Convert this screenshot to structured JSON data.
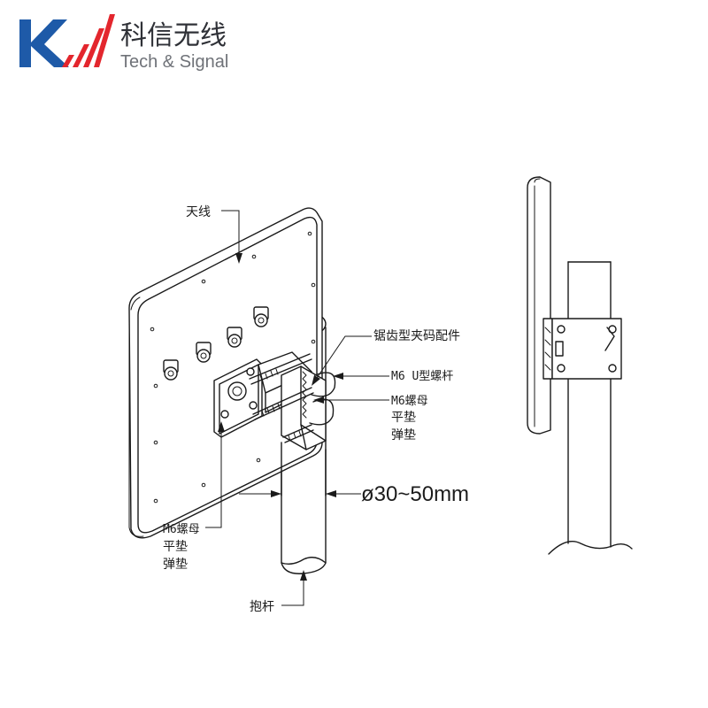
{
  "brand": {
    "name_cn": "科信无线",
    "name_en": "Tech & Signal",
    "logo_red": "#e3262d",
    "logo_blue": "#1e5aa8"
  },
  "labels": {
    "antenna": "天线",
    "clamp": "锯齿型夹码配件",
    "u_bolt": "M6 U型螺杆",
    "nut_right": [
      "M6螺母",
      "平垫",
      "弹垫"
    ],
    "nut_left": [
      "M6螺母",
      "平垫",
      "弹垫"
    ],
    "pole": "抱杆"
  },
  "dimension": {
    "pole_diameter": "ø30~50mm"
  }
}
